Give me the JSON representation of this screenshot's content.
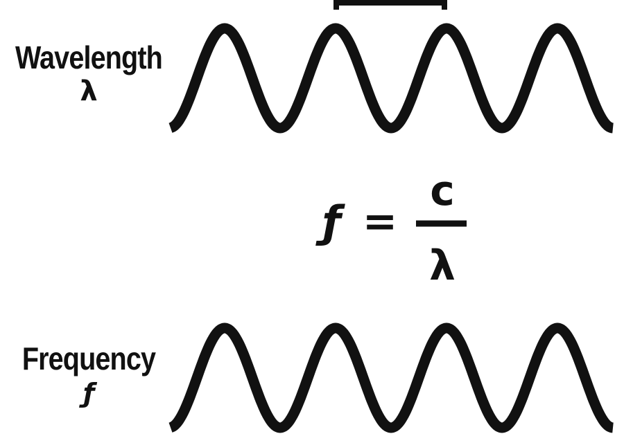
{
  "wavelength": {
    "title": "Wavelength",
    "symbol": "λ"
  },
  "frequency": {
    "title": "Frequency",
    "symbol": "ƒ"
  },
  "formula": {
    "lhs": "ƒ",
    "equals": "=",
    "numerator": "c",
    "denominator": "λ"
  },
  "colors": {
    "ink": "#111111",
    "background": "#ffffff"
  }
}
